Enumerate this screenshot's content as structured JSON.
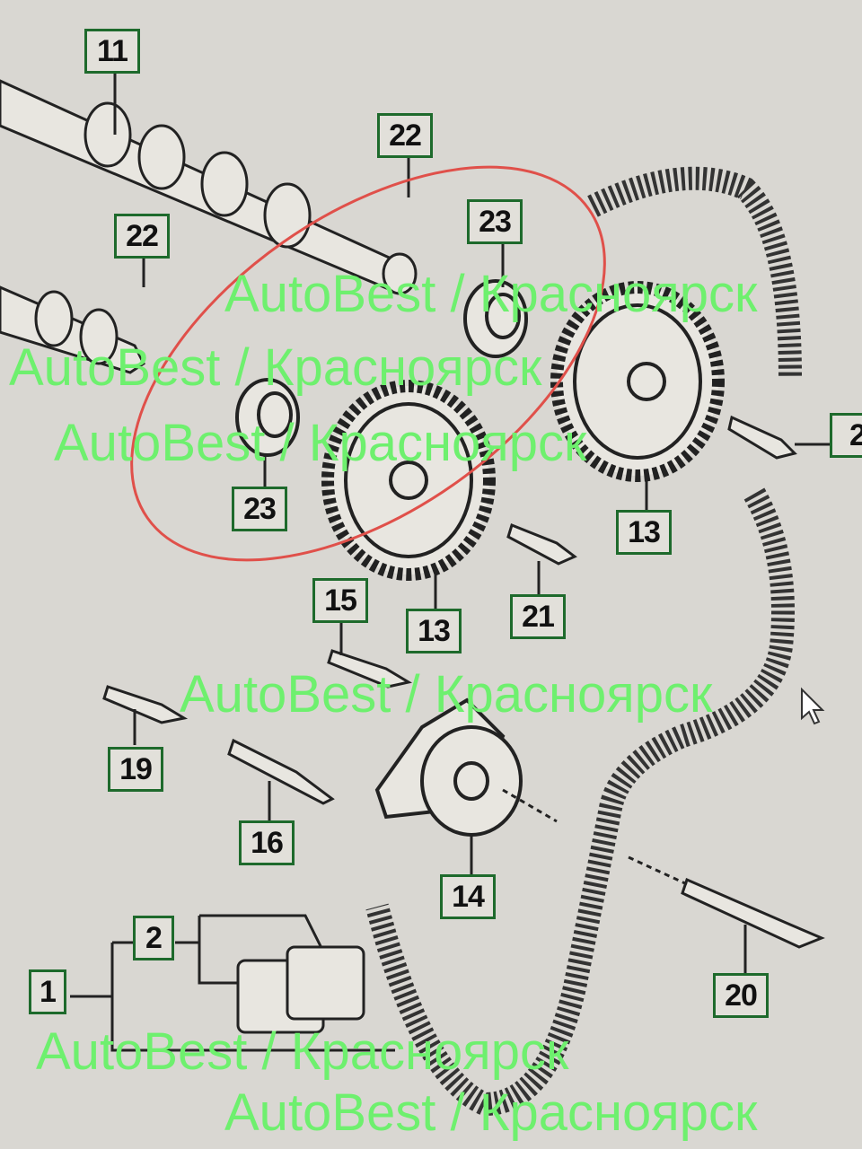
{
  "diagram": {
    "callouts": [
      {
        "id": "c11",
        "label": "11"
      },
      {
        "id": "c22a",
        "label": "22"
      },
      {
        "id": "c22b",
        "label": "22"
      },
      {
        "id": "c23",
        "label": "23"
      },
      {
        "id": "c23b",
        "label": "23"
      },
      {
        "id": "c13a",
        "label": "13"
      },
      {
        "id": "c13b",
        "label": "13"
      },
      {
        "id": "c2r",
        "label": "2"
      },
      {
        "id": "c15",
        "label": "15"
      },
      {
        "id": "c21",
        "label": "21"
      },
      {
        "id": "c19",
        "label": "19"
      },
      {
        "id": "c16",
        "label": "16"
      },
      {
        "id": "c14",
        "label": "14"
      },
      {
        "id": "c20",
        "label": "20"
      },
      {
        "id": "c1",
        "label": "1"
      },
      {
        "id": "c2",
        "label": "2"
      }
    ],
    "highlight_color": "#e0504a",
    "callout_border_color": "#1e6a2c"
  },
  "watermark": {
    "text": "AutoBest / Красноярск",
    "color": "#6ef06e"
  }
}
